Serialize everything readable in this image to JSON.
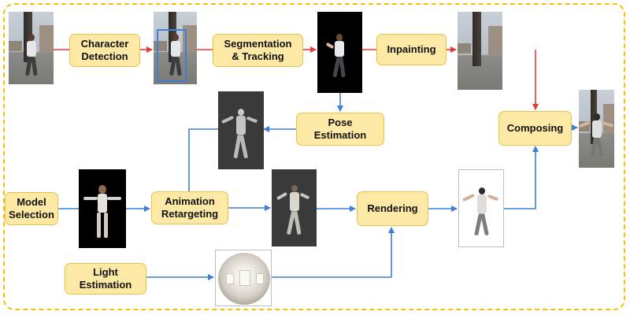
{
  "colors": {
    "frame_border": "#f2c200",
    "box_fill": "#fde9a6",
    "box_border": "#e8c04a",
    "red_arrow": "#e33a3a",
    "blue_arrow": "#3f7fd6"
  },
  "nodes": {
    "character_detection": "Character\nDetection",
    "segmentation_tracking": "Segmentation\n& Tracking",
    "inpainting": "Inpainting",
    "pose_estimation": "Pose\nEstimation",
    "composing": "Composing",
    "model_selection": "Model\nSelection",
    "animation_retargeting": "Animation\nRetargeting",
    "rendering": "Rendering",
    "light_estimation": "Light\nEstimation"
  },
  "images": [
    "input-video-frame",
    "detected-character-frame",
    "segmentation-mask",
    "inpainted-background",
    "estimated-pose",
    "composed-output",
    "3d-character-model",
    "retargeted-animation",
    "rendered-character",
    "environment-light-map"
  ]
}
